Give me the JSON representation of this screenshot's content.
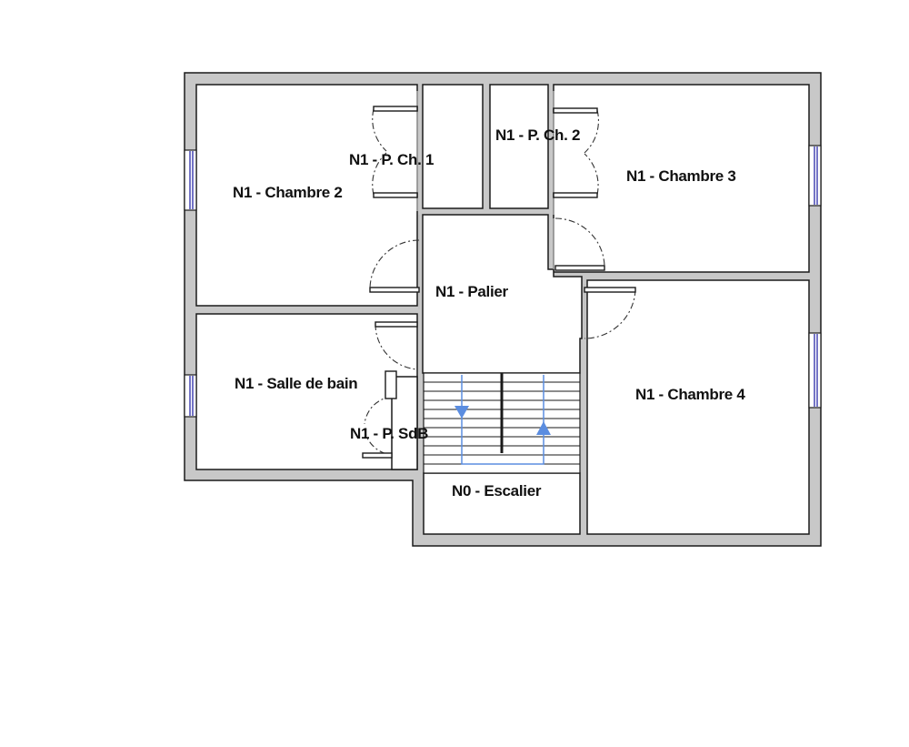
{
  "rooms": {
    "chambre2": "N1 - Chambre 2",
    "pch1": "N1 - P. Ch. 1",
    "pch2": "N1 - P. Ch. 2",
    "chambre3": "N1 - Chambre 3",
    "palier": "N1 - Palier",
    "salle_de_bain": "N1 - Salle de bain",
    "psdb": "N1 - P. SdB",
    "chambre4": "N1 - Chambre 4",
    "escalier": "N0 - Escalier"
  },
  "colors": {
    "wall_fill": "#c8c8c8",
    "window": "#2a2aa8",
    "stair_arrow": "#5b8de0"
  }
}
